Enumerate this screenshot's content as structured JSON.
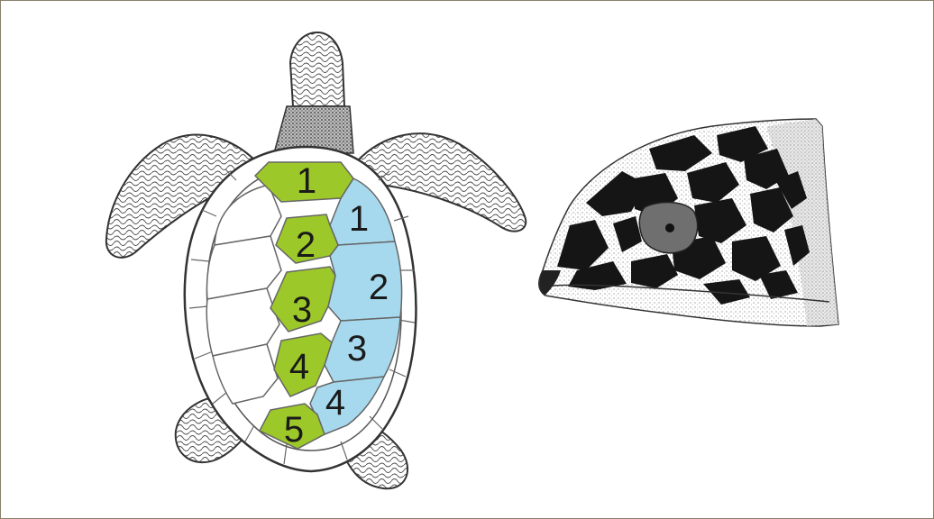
{
  "figure": {
    "vertebral_scutes": {
      "color": "#9dc829",
      "labels": [
        "1",
        "2",
        "3",
        "4",
        "5"
      ]
    },
    "costal_scutes": {
      "color": "#a7d9ee",
      "labels": [
        "1",
        "2",
        "3",
        "4"
      ]
    },
    "outline_color": "#333333",
    "head_pattern_color": "#151515"
  }
}
